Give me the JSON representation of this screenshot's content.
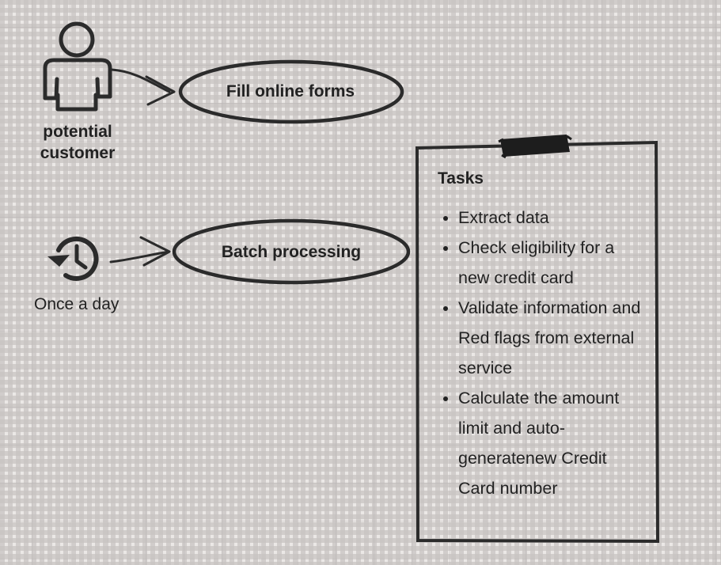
{
  "actor": {
    "name": "potential customer",
    "icon": "person-icon"
  },
  "timer": {
    "label": "Once a day",
    "icon": "history-clock-icon"
  },
  "use_cases": [
    {
      "label": "Fill online forms"
    },
    {
      "label": "Batch processing"
    }
  ],
  "note": {
    "title": "Tasks",
    "items": [
      "Extract data",
      "Check eligibility for a new credit card",
      "Validate information and Red flags from external service",
      "Calculate the amount limit and auto-generatenew Credit Card number"
    ]
  },
  "colors": {
    "stroke": "#2b2b2b",
    "background": "#ebe8e6"
  }
}
